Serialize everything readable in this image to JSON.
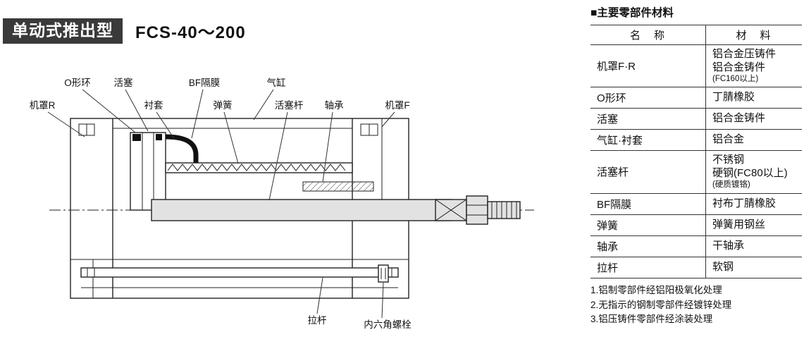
{
  "header": {
    "type_badge": "单动式推出型",
    "model": "FCS-40～200"
  },
  "diagram": {
    "labels": {
      "o_ring": "O形环",
      "piston": "活塞",
      "bf_diaphragm": "BF隔膜",
      "cylinder": "气缸",
      "cover_r": "机罩R",
      "bushing": "衬套",
      "spring": "弹簧",
      "piston_rod": "活塞杆",
      "bearing": "轴承",
      "cover_f": "机罩F",
      "tie_rod": "拉杆",
      "hex_socket_bolt": "内六角螺栓"
    }
  },
  "materials_table": {
    "title": "■主要零部件材料",
    "headers": [
      "名　称",
      "材　料"
    ],
    "rows": [
      {
        "name": "机罩F·R",
        "material": "铝合金压铸件\n铝合金铸件",
        "material_note": "(FC160以上)"
      },
      {
        "name": "O形环",
        "material": "丁腈橡胶",
        "material_note": ""
      },
      {
        "name": "活塞",
        "material": "铝合金铸件",
        "material_note": ""
      },
      {
        "name": "气缸·衬套",
        "material": "铝合金",
        "material_note": ""
      },
      {
        "name": "活塞杆",
        "material": "不锈钢\n硬钢(FC80以上)",
        "material_note": "(硬质镀铬)"
      },
      {
        "name": "BF隔膜",
        "material": "衬布丁腈橡胶",
        "material_note": ""
      },
      {
        "name": "弹簧",
        "material": "弹簧用钢丝",
        "material_note": ""
      },
      {
        "name": "轴承",
        "material": "干轴承",
        "material_note": ""
      },
      {
        "name": "拉杆",
        "material": "软钢",
        "material_note": ""
      }
    ],
    "notes": [
      "1.铝制零部件经铝阳极氧化处理",
      "2.无指示的钢制零部件经镀锌处理",
      "3.铝压铸件零部件经涂装处理"
    ]
  }
}
